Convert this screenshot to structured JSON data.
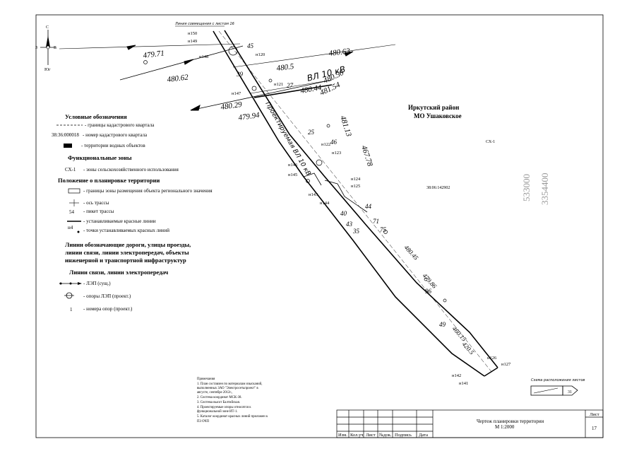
{
  "compass": {
    "north": "С",
    "south": "Юг",
    "west": "З",
    "east": "В"
  },
  "match_note": "Линия совмещения с листом 16",
  "region": {
    "line1": "Иркутский район",
    "line2": "МО Ушаковское"
  },
  "zone_code": "СХ-1",
  "parcel_block": "38:06:142902",
  "crossed_line": "ВЛ 10 кВ",
  "route_label": "Проектируемая ВЛ 10 кВ",
  "nodes": [
    "н150",
    "н149",
    "н148",
    "н120",
    "н121",
    "н147",
    "н122",
    "н123",
    "н146",
    "н145",
    "н124",
    "н125",
    "н143",
    "н144",
    "н126",
    "н127",
    "н142",
    "н141"
  ],
  "elevations": [
    "479.71",
    "480.62",
    "480.63",
    "480.5",
    "480.44",
    "480.29",
    "479.94",
    "480.50",
    "481.54",
    "481.13",
    "467.78",
    "480.45",
    "479.86",
    "460.15",
    "420.5"
  ],
  "side_numbers": [
    "533000",
    "3354400"
  ],
  "route_labels_small": [
    "27",
    "45",
    "39",
    "25",
    "46",
    "44",
    "40",
    "43",
    "35",
    "71",
    "75",
    "96",
    "49"
  ],
  "legend": {
    "title": "Условные обозначения",
    "items": [
      {
        "sym": "",
        "text": "- границы кадастрового квартала"
      },
      {
        "sym": "38:36:000018",
        "text": "- номер кадастрового квартала"
      },
      {
        "sym": "",
        "text": "- территории водных объектов"
      }
    ],
    "func_title": "Функциональные зоны",
    "func_items": [
      {
        "sym": "СХ-1",
        "text": "- зоны сельскохозяйственного использования"
      }
    ],
    "plan_title": "Положение о планировке территории",
    "plan_items": [
      {
        "sym": "",
        "text": "- границы зоны размещения объекта регионального значения"
      },
      {
        "sym": "",
        "text": "- ось трассы"
      },
      {
        "sym": "54",
        "text": "- пикет трассы"
      },
      {
        "sym": "",
        "text": "- устанавливаемые красные линии"
      },
      {
        "sym": "н4",
        "text": "- точки устанавливаемых красных линий"
      }
    ],
    "roads_title_1": "Линии обозначающие дороги, улицы проезды,",
    "roads_title_2": "линии связи, линии электропередач, объекты",
    "roads_title_3": "инженерной и транспортной инфраструктур",
    "lines_title": "Линии связи, линии электропередач",
    "lines_items": [
      {
        "sym": "",
        "text": "- ЛЭП (сущ.)"
      },
      {
        "sym": "",
        "text": "- опоры ЛЭП (проект.)"
      },
      {
        "sym": "1",
        "text": "- номера опор (проект.)"
      }
    ]
  },
  "notes": {
    "title": "Примечания",
    "lines": [
      "1. План составлен по материалам изысканий,",
      "выполненных ЗАО \"Электросетьпроект\" в",
      "августе, сентябре 2012г.,",
      "2. Система координат МСК-38.",
      "3. Система высот Балтийская.",
      "4. Проектируемые опоры относятся к",
      "функциональной зоне ИТ-1.",
      "5. Каталог координат красных линий приложен к",
      "ПЗ ОЧП"
    ]
  },
  "scheme": {
    "title": "Схема расположения листов",
    "sheet_left": "",
    "sheet_right": "31"
  },
  "stamp": {
    "cols": [
      "Изм.",
      "Кол.уч",
      "Лист",
      "№док.",
      "Подпись",
      "Дата"
    ],
    "title_line1": "Чертеж планировки территории",
    "title_line2": "М 1:2000",
    "sheet_label": "Лист",
    "sheet_no": "17"
  }
}
